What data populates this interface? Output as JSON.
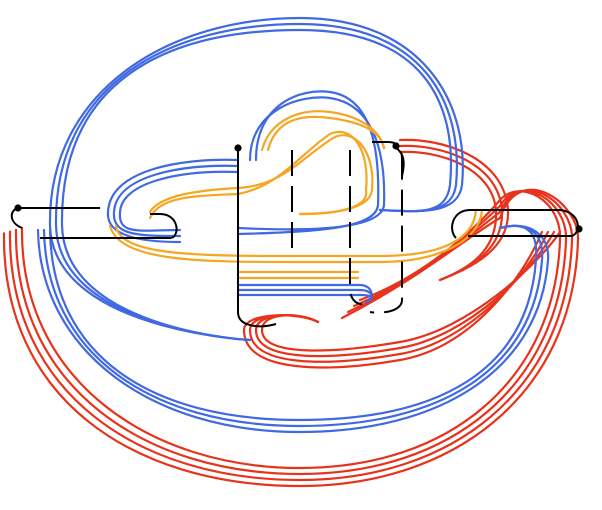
{
  "diagram": {
    "kind": "link-diagram",
    "palette": {
      "blue": "#4169e1",
      "orange": "#f5a623",
      "red": "#e8331c",
      "black": "#000000",
      "background": "#ffffff"
    },
    "strand_groups": [
      {
        "name": "outer-blue-bundle",
        "color": "blue",
        "parallel_strands": 3
      },
      {
        "name": "inner-orange-bundle",
        "color": "orange",
        "parallel_strands": 2
      },
      {
        "name": "lower-red-bundle",
        "color": "red",
        "parallel_strands": 4
      },
      {
        "name": "black-core-strands",
        "color": "black",
        "parallel_strands": 1
      }
    ],
    "marker_count": 4
  }
}
